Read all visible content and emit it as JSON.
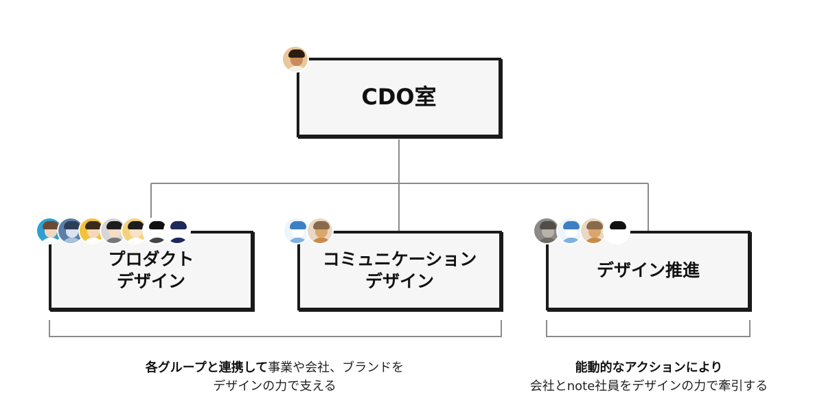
{
  "nodes": {
    "cdo": {
      "label": "CDO室"
    },
    "product": {
      "line1": "プロダクト",
      "line2": "デザイン"
    },
    "communication": {
      "line1": "コミュニケーション",
      "line2": "デザイン"
    },
    "promotion": {
      "label": "デザイン推進"
    }
  },
  "descriptions": {
    "left": {
      "bold": "各グループと連携して",
      "rest": "事業や会社、ブランドを",
      "line2": "デザインの力で支える"
    },
    "right": {
      "bold": "能動的なアクションにより",
      "line2": "会社とnote社員をデザインの力で牽引する"
    }
  },
  "avatars": {
    "cdo": [
      {
        "bg": "#e9c79a",
        "skin": "#c98a5c",
        "hair": "#2b1c12",
        "body": "#f4f1ea"
      }
    ],
    "product": [
      {
        "bg": "#2e9fd2",
        "skin": "#f0d7c2",
        "hair": "#6b4a34",
        "body": "#ffffff"
      },
      {
        "bg": "#5a7fa8",
        "skin": "#d9e3ee",
        "hair": "#2d3f57",
        "body": "#a9c2dc"
      },
      {
        "bg": "#f1c23a",
        "skin": "#f5d9b8",
        "hair": "#3a2a1a",
        "body": "#ffffff"
      },
      {
        "bg": "#d6d6d6",
        "skin": "#f4dcc5",
        "hair": "#1d1d1d",
        "body": "#777777"
      },
      {
        "bg": "#f3d27a",
        "skin": "#f7e2c4",
        "hair": "#1d1d1d",
        "body": "#ffffff"
      },
      {
        "bg": "#ffffff",
        "skin": "#ffffff",
        "hair": "#111111",
        "body": "#444444"
      },
      {
        "bg": "#ffffff",
        "skin": "#ffffff",
        "hair": "#1e2a5a",
        "body": "#1e2a5a"
      }
    ],
    "communication": [
      {
        "bg": "#eef4fb",
        "skin": "#ffffff",
        "hair": "#3d7fc4",
        "body": "#7fb0e0"
      },
      {
        "bg": "#e8d8c4",
        "skin": "#d9a66b",
        "hair": "#8a6a4c",
        "body": "#c98a4a"
      }
    ],
    "promotion": [
      {
        "bg": "#8c8a86",
        "skin": "#b7b3ab",
        "hair": "#514e48",
        "body": "#6f6b64"
      },
      {
        "bg": "#eef4fb",
        "skin": "#ffffff",
        "hair": "#3d7fc4",
        "body": "#7fb0e0"
      },
      {
        "bg": "#e8d8c4",
        "skin": "#d9a66b",
        "hair": "#8a6a4c",
        "body": "#c98a4a"
      },
      {
        "bg": "#ffffff",
        "skin": "#ffffff",
        "hair": "#111111",
        "body": "#ffffff"
      }
    ]
  }
}
